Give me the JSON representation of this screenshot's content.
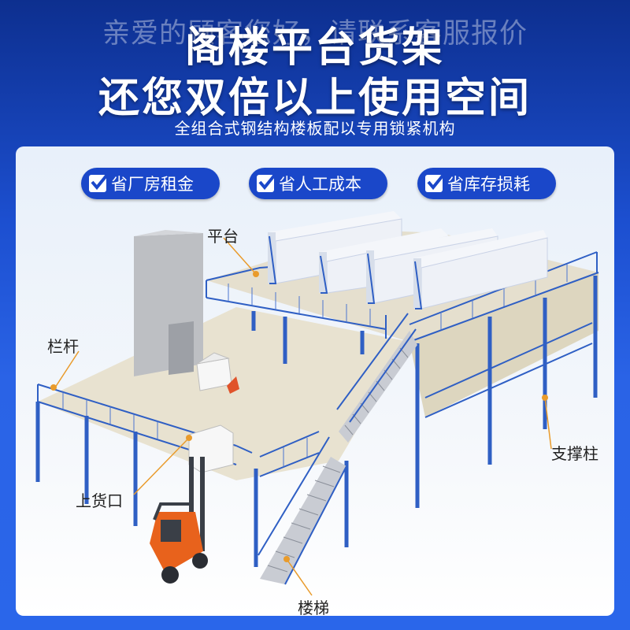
{
  "watermark": "亲爱的顾客您好，请联系客服报价",
  "title_line1": "阁楼平台货架",
  "title_line2": "还您双倍以上使用空间",
  "subtitle": "全组合式钢结构楼板配以专用锁紧机构",
  "badges": [
    {
      "label": "省厂房租金",
      "icon": "check-icon"
    },
    {
      "label": "省人工成本",
      "icon": "check-icon"
    },
    {
      "label": "省库存损耗",
      "icon": "check-icon"
    }
  ],
  "callouts": {
    "platform": "平台",
    "railing": "栏杆",
    "support_column": "支撑柱",
    "loading_port": "上货口",
    "stairs": "楼梯"
  },
  "colors": {
    "brand_blue": "#1a47c9",
    "steel_blue": "#2f5fc4",
    "callout_orange": "#e99b2b",
    "floor": "#e3ddc9"
  }
}
